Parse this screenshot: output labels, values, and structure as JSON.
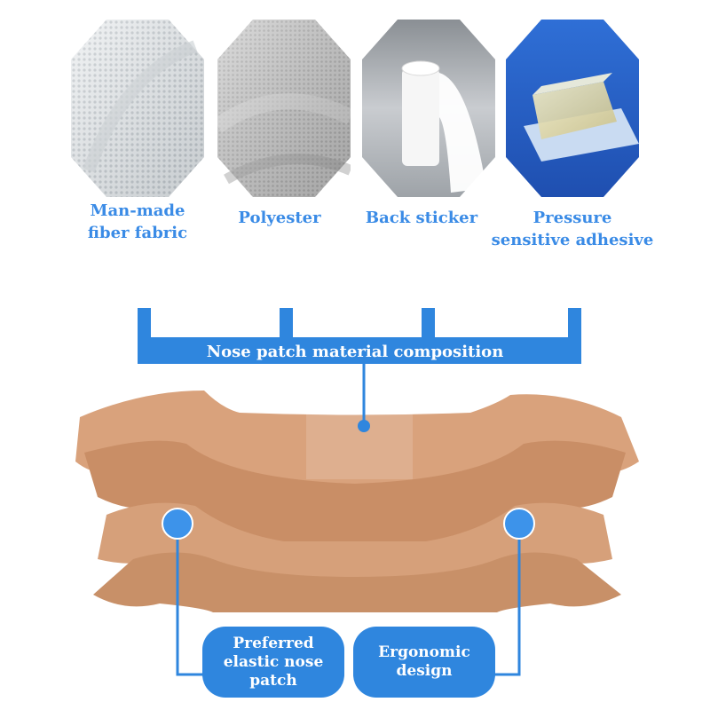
{
  "materials": [
    {
      "label": "Man-made\nfiber fabric",
      "icon": "mesh-fabric-image"
    },
    {
      "label": "Polyester",
      "icon": "polyester-fabric-image"
    },
    {
      "label": "Back sticker",
      "icon": "back-sticker-roll-image"
    },
    {
      "label": "Pressure\nsensitive adhesive",
      "icon": "adhesive-block-image"
    }
  ],
  "composition_label": "Nose patch material composition",
  "features": [
    {
      "label": "Preferred\nelastic nose\npatch"
    },
    {
      "label": "Ergonomic\ndesign"
    }
  ],
  "colors": {
    "accent": "#2f86de",
    "label_text": "#3a8be6",
    "patch": "#d7a07a",
    "hex_border": "#ffffff"
  }
}
